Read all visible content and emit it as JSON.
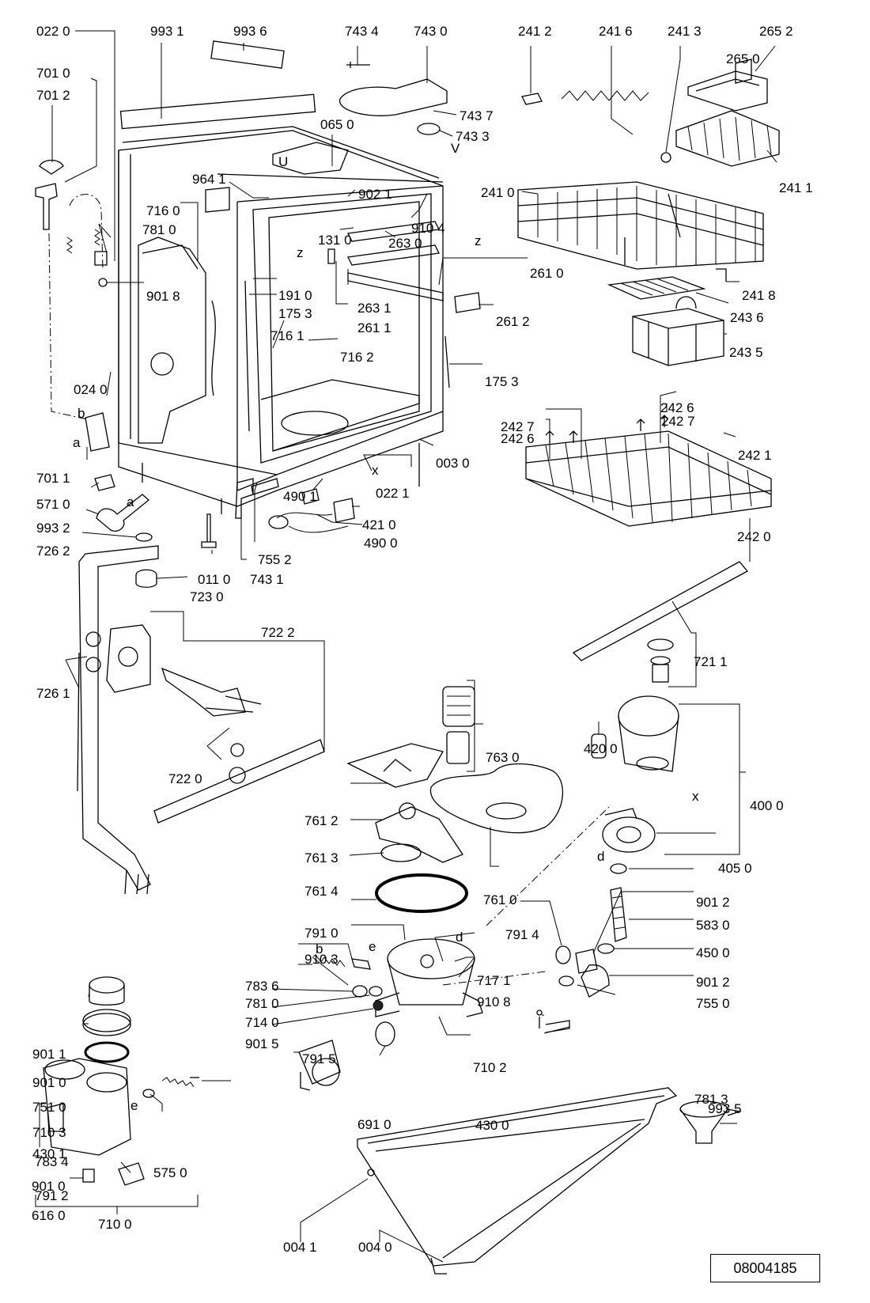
{
  "document_number": "08004185",
  "callouts": [
    {
      "id": "c0220",
      "text": "022 0"
    },
    {
      "id": "c9931",
      "text": "993 1"
    },
    {
      "id": "c9936",
      "text": "993 6"
    },
    {
      "id": "c7434",
      "text": "743 4"
    },
    {
      "id": "c7430",
      "text": "743 0"
    },
    {
      "id": "c2412",
      "text": "241 2"
    },
    {
      "id": "c2416",
      "text": "241 6"
    },
    {
      "id": "c2413",
      "text": "241 3"
    },
    {
      "id": "c2652",
      "text": "265 2"
    },
    {
      "id": "c2650",
      "text": "265 0"
    },
    {
      "id": "c7010",
      "text": "701 0"
    },
    {
      "id": "c7012",
      "text": "701 2"
    },
    {
      "id": "c7437",
      "text": "743 7"
    },
    {
      "id": "c7433",
      "text": "743 3"
    },
    {
      "id": "c0650",
      "text": "065 0"
    },
    {
      "id": "c9641",
      "text": "964 1"
    },
    {
      "id": "c9021",
      "text": "902 1"
    },
    {
      "id": "c2411",
      "text": "241 1"
    },
    {
      "id": "c2410",
      "text": "241 0"
    },
    {
      "id": "c9104",
      "text": "910 4"
    },
    {
      "id": "c7160",
      "text": "716 0"
    },
    {
      "id": "c7810a",
      "text": "781 0"
    },
    {
      "id": "c1310",
      "text": "131 0"
    },
    {
      "id": "c2630",
      "text": "263 0"
    },
    {
      "id": "c2610",
      "text": "261 0"
    },
    {
      "id": "c9018",
      "text": "901 8"
    },
    {
      "id": "c1910",
      "text": "191 0"
    },
    {
      "id": "c1753a",
      "text": "175 3"
    },
    {
      "id": "c2631",
      "text": "263 1"
    },
    {
      "id": "c2611",
      "text": "261 1"
    },
    {
      "id": "c2612",
      "text": "261 2"
    },
    {
      "id": "c2418",
      "text": "241 8"
    },
    {
      "id": "c2436",
      "text": "243 6"
    },
    {
      "id": "c2435",
      "text": "243 5"
    },
    {
      "id": "c7161",
      "text": "716 1"
    },
    {
      "id": "c7162",
      "text": "716 2"
    },
    {
      "id": "c1753b",
      "text": "175 3"
    },
    {
      "id": "c0240",
      "text": "024 0"
    },
    {
      "id": "c2427a",
      "text": "242 7"
    },
    {
      "id": "c2426a",
      "text": "242 6"
    },
    {
      "id": "c2426b",
      "text": "242 6"
    },
    {
      "id": "c2427b",
      "text": "242 7"
    },
    {
      "id": "c0030",
      "text": "003 0"
    },
    {
      "id": "c2421",
      "text": "242 1"
    },
    {
      "id": "c7011",
      "text": "701 1"
    },
    {
      "id": "c5710",
      "text": "571 0"
    },
    {
      "id": "c4901",
      "text": "490 1"
    },
    {
      "id": "c0221",
      "text": "022 1"
    },
    {
      "id": "c4210",
      "text": "421 0"
    },
    {
      "id": "c4900",
      "text": "490 0"
    },
    {
      "id": "c9932",
      "text": "993 2"
    },
    {
      "id": "c2420",
      "text": "242 0"
    },
    {
      "id": "c7262",
      "text": "726 2"
    },
    {
      "id": "c7552",
      "text": "755 2"
    },
    {
      "id": "c0110",
      "text": "011 0"
    },
    {
      "id": "c7431",
      "text": "743 1"
    },
    {
      "id": "c7230",
      "text": "723 0"
    },
    {
      "id": "c7222",
      "text": "722 2"
    },
    {
      "id": "c7211",
      "text": "721 1"
    },
    {
      "id": "c7261",
      "text": "726 1"
    },
    {
      "id": "c7630",
      "text": "763 0"
    },
    {
      "id": "c4200",
      "text": "420 0"
    },
    {
      "id": "c7220",
      "text": "722 0"
    },
    {
      "id": "c4000",
      "text": "400 0"
    },
    {
      "id": "c7612",
      "text": "761 2"
    },
    {
      "id": "c7613",
      "text": "761 3"
    },
    {
      "id": "c4050",
      "text": "405 0"
    },
    {
      "id": "c7614",
      "text": "761 4"
    },
    {
      "id": "c7610",
      "text": "761 0"
    },
    {
      "id": "c9012a",
      "text": "901 2"
    },
    {
      "id": "c7910",
      "text": "791 0"
    },
    {
      "id": "c7914",
      "text": "791 4"
    },
    {
      "id": "c5830",
      "text": "583 0"
    },
    {
      "id": "c4500",
      "text": "450 0"
    },
    {
      "id": "c9103",
      "text": "910 3"
    },
    {
      "id": "c7171",
      "text": "717 1"
    },
    {
      "id": "c7836",
      "text": "783 6"
    },
    {
      "id": "c9012b",
      "text": "901 2"
    },
    {
      "id": "c7810b",
      "text": "781 0"
    },
    {
      "id": "c9108",
      "text": "910 8"
    },
    {
      "id": "c7550",
      "text": "755 0"
    },
    {
      "id": "c7140",
      "text": "714 0"
    },
    {
      "id": "c9015",
      "text": "901 5"
    },
    {
      "id": "c9011",
      "text": "901 1"
    },
    {
      "id": "c9010a",
      "text": "901 0"
    },
    {
      "id": "c7915",
      "text": "791 5"
    },
    {
      "id": "c7102",
      "text": "710 2"
    },
    {
      "id": "c7813",
      "text": "781 3"
    },
    {
      "id": "c7510",
      "text": "751 0"
    },
    {
      "id": "c6910",
      "text": "691 0"
    },
    {
      "id": "c7103",
      "text": "710 3"
    },
    {
      "id": "c4300",
      "text": "430 0"
    },
    {
      "id": "c4301",
      "text": "430 1"
    },
    {
      "id": "c7834",
      "text": "783 4"
    },
    {
      "id": "c9010b",
      "text": "901 0"
    },
    {
      "id": "c9935",
      "text": "993 5"
    },
    {
      "id": "c7912",
      "text": "791 2"
    },
    {
      "id": "c5750",
      "text": "575 0"
    },
    {
      "id": "c6160",
      "text": "616 0"
    },
    {
      "id": "c7100",
      "text": "710 0"
    },
    {
      "id": "c0041",
      "text": "004 1"
    },
    {
      "id": "c0040",
      "text": "004 0"
    }
  ],
  "marks": [
    "z",
    "z",
    "x",
    "a",
    "b",
    "a",
    "d",
    "e",
    "b",
    "d",
    "e",
    "x",
    "U",
    "V"
  ]
}
